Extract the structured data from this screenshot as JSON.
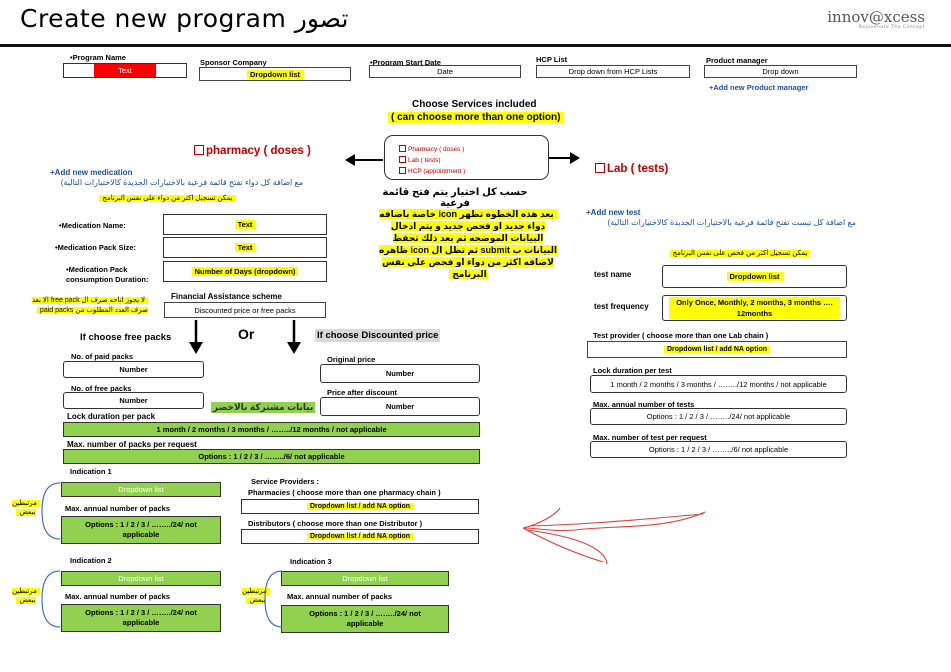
{
  "title": "Create new program تصور",
  "logo": {
    "text": "innov@xcess",
    "tagline": "Rejuvenate The Concept"
  },
  "top_fields": {
    "program_name": {
      "label": "•Program Name",
      "value": "Text"
    },
    "sponsor": {
      "label": "Sponsor Company",
      "value": "Dropdown list"
    },
    "start_date": {
      "label": "•Program Start Date",
      "value": "Date"
    },
    "hcp_list": {
      "label": "HCP List",
      "value": "Drop down from HCP Lists"
    },
    "product_manager": {
      "label": "Product manager",
      "value": "Drop down",
      "add": "+Add new Product manager"
    }
  },
  "services": {
    "title": "Choose Services included",
    "subtitle": "( can choose more than one option)",
    "options": [
      "Pharmacy ( doses )",
      "Lab ( tests)",
      "HCP (appointment )"
    ],
    "note_title": "حسب كل اختيار يتم فتح قائمة فرعية",
    "note_body": "بعد هذه الخطوه تظهر icon خاصة باضافه دواء جديد او فحص جديد و يتم ادخال البيانات الموضحه ثم بعد ذلك تحفظ البيانات ب submit ثم تظل ال icon ظاهره لاضافه اكثر من دواء او فحص علي نفس البرنامج"
  },
  "pharmacy": {
    "heading": "pharmacy ( doses )",
    "add_label": "+Add new medication",
    "add_note": "مع اضافة كل دواء تفتح قائمة فرعية بالاختيارات الجديدة كالاختيارات التالية)",
    "multi_note": "يمكن تسجيل اكثر من دواء على نفس البرنامج",
    "medication_name": {
      "label": "•Medication Name:",
      "value": "Text"
    },
    "pack_size": {
      "label": "•Medication Pack Size:",
      "value": "Text"
    },
    "consumption": {
      "label": "•Medication Pack consumption Duration:",
      "value": "Number of Days (dropdown)"
    },
    "free_pack_note": "لا يجوز اتاحه صرف ال free pack الا بعد صرف العدد المطلوب من paid packs",
    "financial": {
      "label": "Financial Assistance scheme",
      "value": "Discounted price or free packs"
    },
    "or": "Or",
    "free_heading": "If choose free packs",
    "discount_heading": "If choose Discounted price",
    "paid_packs": {
      "label": "No. of paid packs",
      "value": "Number"
    },
    "free_packs": {
      "label": "No. of free packs",
      "value": "Number"
    },
    "original_price": {
      "label": "Original price",
      "value": "Number"
    },
    "price_after": {
      "label": "Price after discount",
      "value": "Number"
    },
    "shared_note": "بيانات مشتركة بالاخضر",
    "lock_duration": {
      "label": "Lock duration per pack",
      "value": "1 month / 2 months / 3 months / ……../12 months / not applicable"
    },
    "max_packs": {
      "label": "Max. number of packs per request",
      "value": "Options : 1 / 2 / 3 / ……../6/ not applicable"
    },
    "indications": [
      {
        "title": "Indication 1",
        "dropdown": "Dropdown list",
        "max_label": "Max. annual number of packs",
        "options": "Options : 1 / 2 / 3 / ……../24/ not applicable"
      },
      {
        "title": "Indication 2",
        "dropdown": "Dropdown list",
        "max_label": "Max. annual number of packs",
        "options": "Options : 1 / 2 / 3 / ……../24/ not applicable"
      },
      {
        "title": "Indication 3",
        "dropdown": "Dropdown list",
        "max_label": "Max. annual number of packs",
        "options": "Options : 1 / 2 / 3 / ……../24/ not applicable"
      }
    ],
    "linked_note": "مرتبطين ببعض",
    "providers": {
      "title": "Service Providers :",
      "pharmacies_label": "Pharmacies ( choose more than one pharmacy chain )",
      "pharmacies_value": "Dropdown list / add NA option",
      "distributors_label": "Distributors ( choose more than one Distributor )",
      "distributors_value": "Dropdown list / add NA option"
    }
  },
  "lab": {
    "heading": "Lab ( tests)",
    "add_label": "+Add new test",
    "add_note": "مع اضافة كل تيست تفتح قائمة فرعية بالاختيارات الجديدة كالاختيارات التالية)",
    "multi_note": "يمكن تسجيل اكثر من فحص على نفس البرنامج",
    "test_name": {
      "label": "test name",
      "value": "Dropdown list"
    },
    "test_frequency": {
      "label": "test frequency",
      "value": "Only Once, Monthly, 2 months, 3 months …. 12months"
    },
    "provider": {
      "label": "Test provider ( choose more than one Lab chain )",
      "value": "Dropdown list / add NA option"
    },
    "lock": {
      "label": "Lock duration per test",
      "value": "1 month / 2 months / 3 months / ……../12 months / not applicable"
    },
    "max_annual": {
      "label": "Max. annual number of tests",
      "value": "Options : 1 / 2 / 3 / ……../24/ not applicable"
    },
    "max_request": {
      "label": "Max. number of test per request",
      "value": "Options : 1 / 2 / 3 / ……../6/ not applicable"
    }
  },
  "colors": {
    "highlight": "#ffff00",
    "green": "#92d050",
    "red": "#c00000",
    "blue": "#1f4e9b"
  }
}
